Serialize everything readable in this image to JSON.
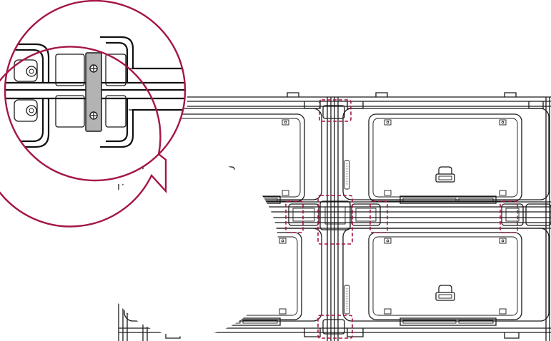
{
  "colors": {
    "callout": "#a41648",
    "line": "#1a1a1a",
    "bracket": "#b3b3b3",
    "background": "#ffffff"
  },
  "icons": {
    "screw": "screw-icon",
    "bracket": "connector-bracket-icon",
    "handle": "handle-icon",
    "speaker_grille": "vent-icon"
  },
  "panels": [
    "top-left",
    "top-right",
    "bottom-left",
    "bottom-right"
  ],
  "highlight_points": [
    "top-center",
    "center",
    "bottom-center",
    "left-middle",
    "center-left",
    "center-right",
    "right-middle"
  ]
}
